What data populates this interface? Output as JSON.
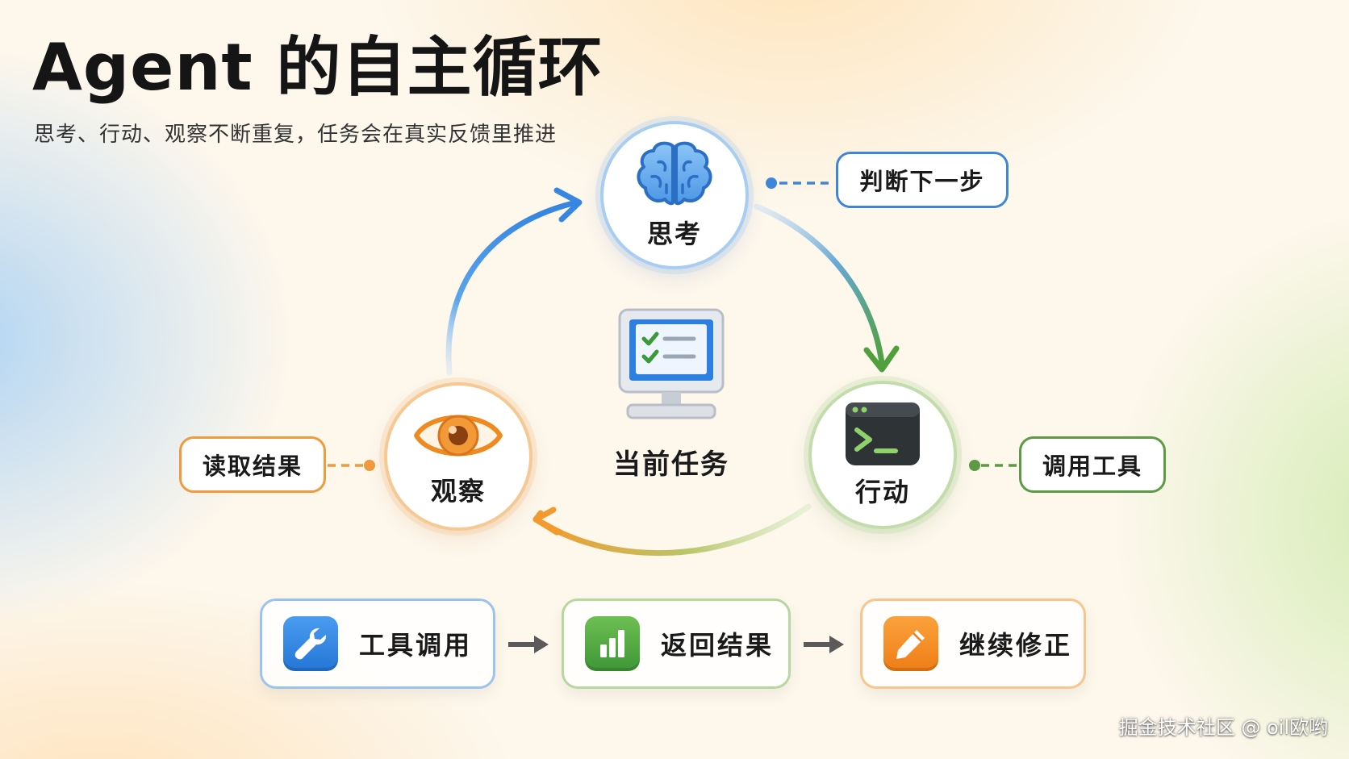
{
  "title": "Agent 的自主循环",
  "subtitle": "思考、行动、观察不断重复，任务会在真实反馈里推进",
  "nodes": {
    "think": {
      "label": "思考",
      "icon": "brain-icon",
      "color": "#3f86d6"
    },
    "act": {
      "label": "行动",
      "icon": "terminal-icon",
      "color": "#5d9a45"
    },
    "observe": {
      "label": "观察",
      "icon": "eye-icon",
      "color": "#ef9a3c"
    }
  },
  "tags": {
    "think": "判断下一步",
    "act": "调用工具",
    "observe": "读取结果"
  },
  "center": {
    "label": "当前任务",
    "icon": "monitor-checklist-icon"
  },
  "steps": [
    {
      "label": "工具调用",
      "icon": "wrench-icon"
    },
    {
      "label": "返回结果",
      "icon": "bar-chart-icon"
    },
    {
      "label": "继续修正",
      "icon": "pencil-icon"
    }
  ],
  "watermark": "掘金技术社区 @ oil欧哟"
}
